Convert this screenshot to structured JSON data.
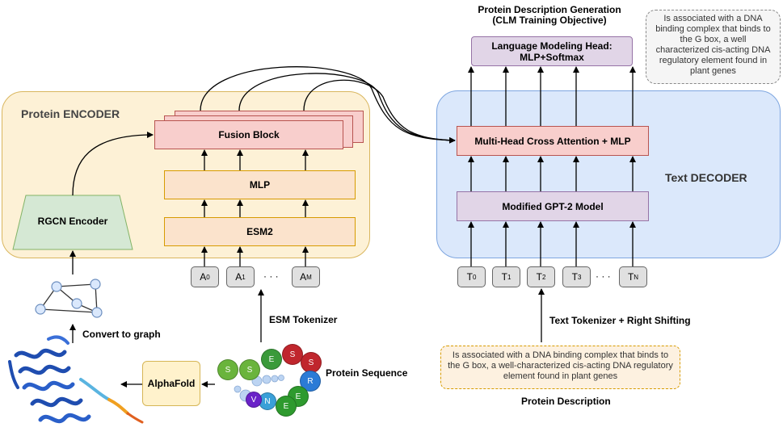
{
  "encoder": {
    "title": "Protein ENCODER",
    "fusion_block": "Fusion Block",
    "mlp": "MLP",
    "esm2": "ESM2",
    "rgcn": "RGCN Encoder",
    "tokens": [
      {
        "base": "A",
        "sub": "0"
      },
      {
        "base": "A",
        "sub": "1"
      },
      {
        "base": "A",
        "sub": "M"
      }
    ],
    "ellipsis": "· · ·"
  },
  "decoder": {
    "title": "Text DECODER",
    "cross_attention": "Multi-Head Cross Attention + MLP",
    "gpt2": "Modified GPT-2 Model",
    "tokens": [
      {
        "base": "T",
        "sub": "0"
      },
      {
        "base": "T",
        "sub": "1"
      },
      {
        "base": "T",
        "sub": "2"
      },
      {
        "base": "T",
        "sub": "3"
      },
      {
        "base": "T",
        "sub": "N"
      }
    ],
    "ellipsis": "· · ·"
  },
  "head": {
    "line1": "Language Modeling Head:",
    "line2": "MLP+Softmax"
  },
  "generation_title": {
    "line1": "Protein Description Generation",
    "line2": "(CLM Training Objective)"
  },
  "generated_text": "Is associated with a DNA binding complex that binds to the G box, a well characterized cis-acting DNA regulatory  element found in plant genes",
  "input_description": "Is associated with a DNA binding complex that binds to the G box, a well-characterized cis-acting DNA regulatory element found in plant genes",
  "labels": {
    "protein_description": "Protein Description",
    "text_tokenizer": "Text Tokenizer + Right Shifting",
    "esm_tokenizer": "ESM Tokenizer",
    "convert_graph": "Convert to graph",
    "alphafold": "AlphaFold",
    "protein_sequence": "Protein Sequence"
  },
  "sequence_residues": [
    {
      "letter": "S",
      "color": "#6ab43c"
    },
    {
      "letter": "S",
      "color": "#6ab43c"
    },
    {
      "letter": "E",
      "color": "#3a9a3a"
    },
    {
      "letter": "S",
      "color": "#c0262d"
    },
    {
      "letter": "S",
      "color": "#c0262d"
    },
    {
      "letter": "R",
      "color": "#2b7bd6"
    },
    {
      "letter": "E",
      "color": "#2e9a2e"
    },
    {
      "letter": "E",
      "color": "#2e9a2e"
    },
    {
      "letter": "N",
      "color": "#3aa0d8"
    },
    {
      "letter": "V",
      "color": "#6a22c8"
    }
  ]
}
